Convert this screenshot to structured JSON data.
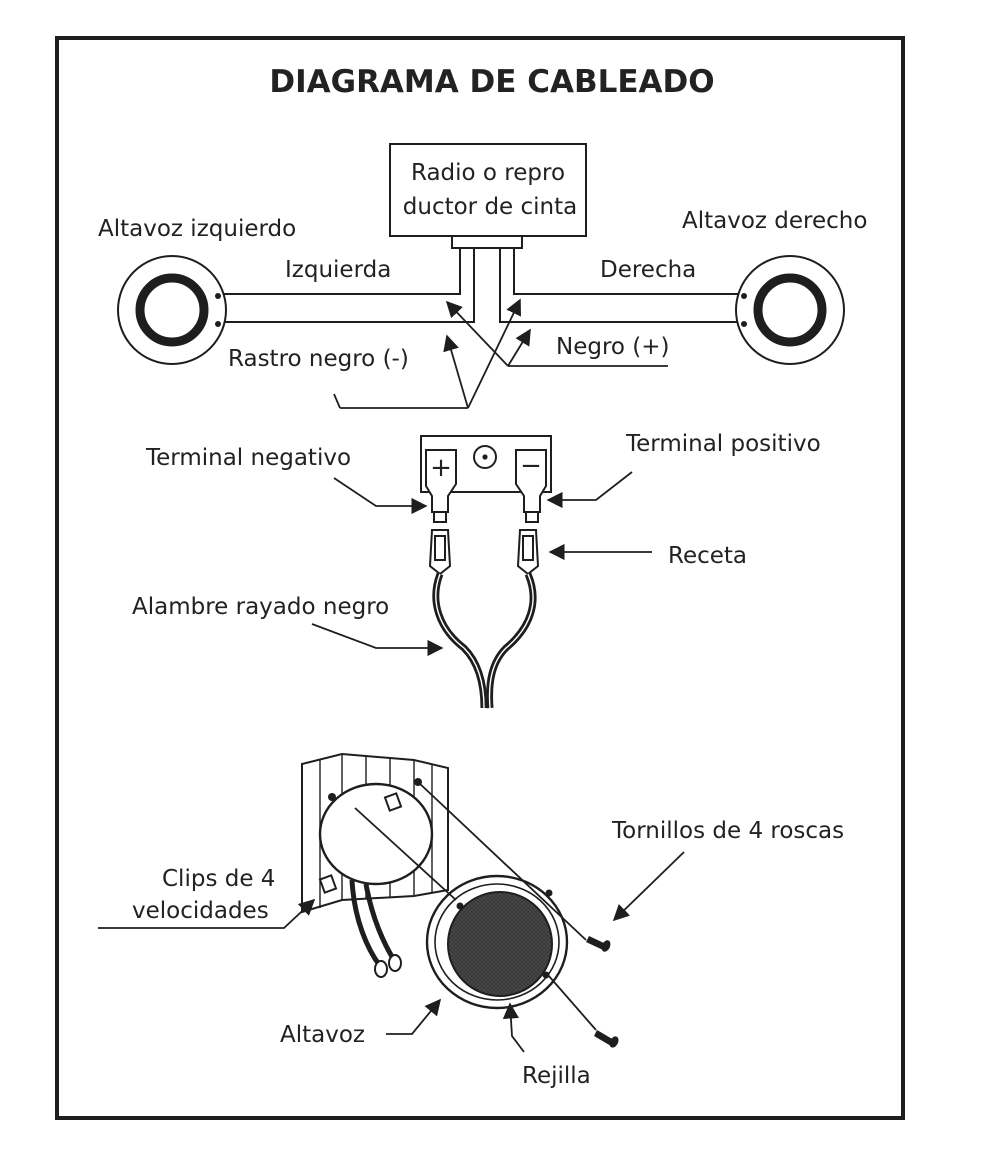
{
  "title": "DIAGRAMA DE CABLEADO",
  "head_unit": {
    "line1": "Radio o repro",
    "line2": "ductor de cinta"
  },
  "labels": {
    "left_speaker": "Altavoz izquierdo",
    "right_speaker": "Altavoz derecho",
    "left_channel": "Izquierda",
    "right_channel": "Derecha",
    "black_trace": "Rastro negro (-)",
    "black_plus": "Negro (+)",
    "negative_terminal": "Terminal negativo",
    "positive_terminal": "Terminal positivo",
    "receptacle": "Receta",
    "striped_wire": "Alambre rayado negro",
    "screws": "Tornillos de 4 roscas",
    "clips_line1": "Clips de 4",
    "clips_line2": "velocidades",
    "speaker": "Altavoz",
    "grille": "Rejilla"
  },
  "terminal_symbols": {
    "plus": "+",
    "minus": "−"
  },
  "colors": {
    "ink": "#1e1e1e",
    "paper": "#ffffff",
    "grille": "#4a4a4a"
  }
}
